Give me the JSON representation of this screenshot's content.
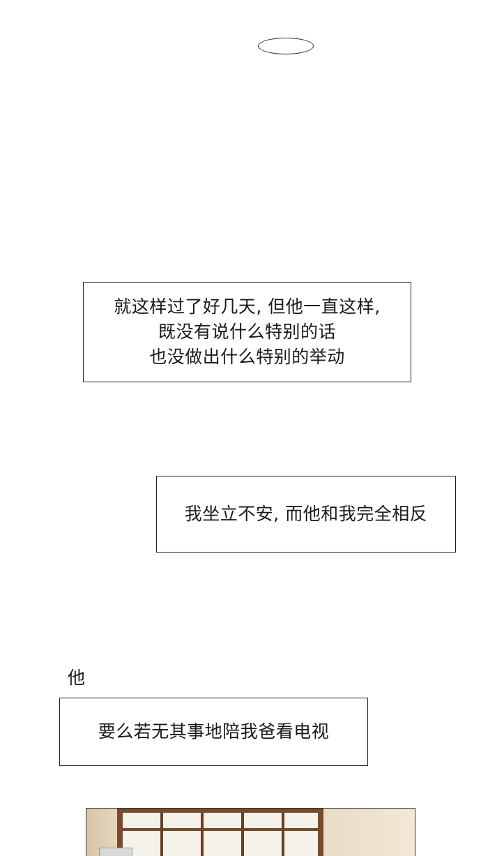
{
  "narration": {
    "box1": {
      "lines": [
        "就这样过了好几天, 但他一直这样,",
        "既没有说什么特别的话",
        "也没做出什么特别的举动"
      ]
    },
    "box2": {
      "lines": [
        "我坐立不安, 而他和我完全相反"
      ]
    },
    "speaker": "他",
    "box3": {
      "lines": [
        "要么若无其事地陪我爸看电视"
      ]
    }
  },
  "colors": {
    "background": "#ffffff",
    "border": "#222222",
    "window_frame": "#7a4a2a",
    "wall": "#eadfcd"
  }
}
